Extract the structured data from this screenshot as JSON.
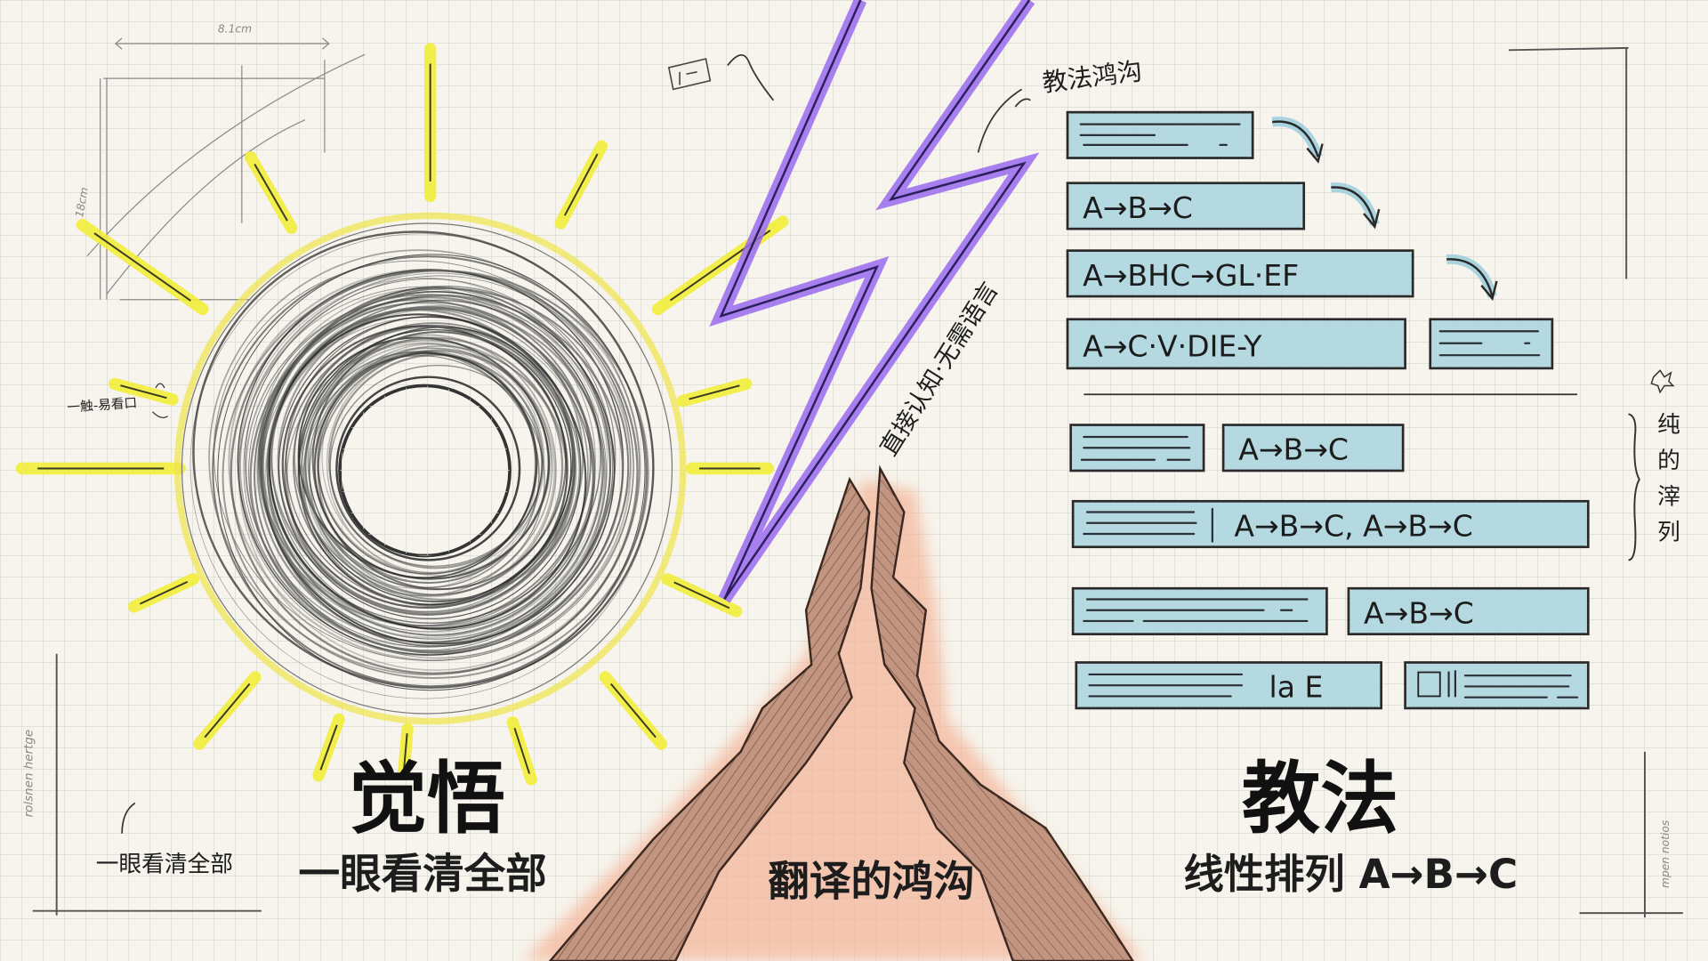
{
  "colors": {
    "paper": "#f6f4ec",
    "grid": "#d9d9d1",
    "sun_yellow": "#f2ee3a",
    "lightning_purple": "#9a6af0",
    "crack_brown": "#c29580",
    "crack_glow": "#f4b79c",
    "box_blue": "#a9d3de"
  },
  "annotations": {
    "dimension_width": "8.1cm",
    "dimension_height": "18cm",
    "note_left": "一触-易看口",
    "margin_note_left": "rolsnen hertge",
    "margin_note_right": "mpen notios"
  },
  "left": {
    "title": "觉悟",
    "subtitle": "一眼看清全部",
    "note": "一眼看清全部"
  },
  "center": {
    "lightning_label": "直接认知·无需语言",
    "gap_label": "翻译的鸿沟"
  },
  "right": {
    "header_note": "教法鸿沟",
    "title": "教法",
    "subtitle": "线性排列 A→B→C",
    "side_note": "纯的滓列",
    "boxes": {
      "b2": "A→B→C",
      "b3": "A→BHC→GL·EF",
      "b4": "A→C·V·DIE-Y",
      "b5b": "A→B→C",
      "b6": "A→B→C, A→B→C",
      "b7b": "A→B→C",
      "b8": "la E"
    }
  },
  "icons": [
    "sketch-book-icon",
    "curved-arrow-icon",
    "flower-icon",
    "bracket-icon"
  ]
}
